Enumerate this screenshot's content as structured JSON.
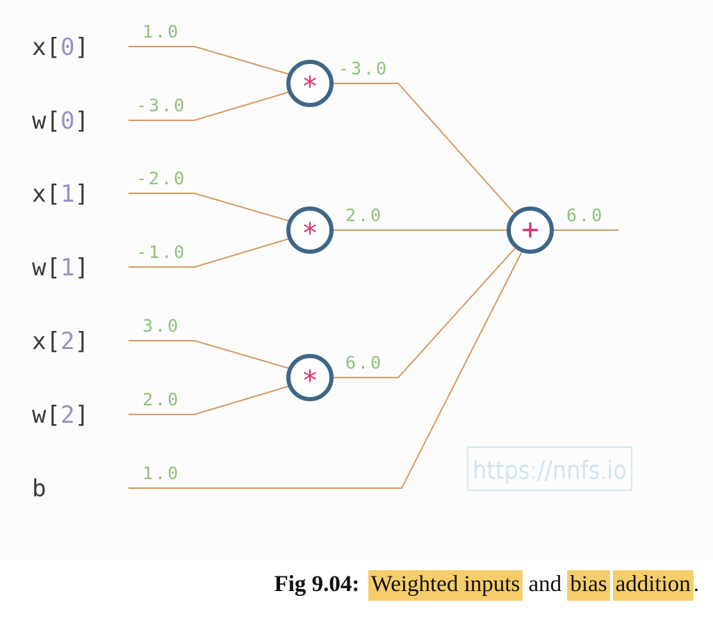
{
  "inputs": [
    {
      "name": "x",
      "index": "0",
      "value": "1.0"
    },
    {
      "name": "w",
      "index": "0",
      "value": "-3.0"
    },
    {
      "name": "x",
      "index": "1",
      "value": "-2.0"
    },
    {
      "name": "w",
      "index": "1",
      "value": "-1.0"
    },
    {
      "name": "x",
      "index": "2",
      "value": "3.0"
    },
    {
      "name": "w",
      "index": "2",
      "value": "2.0"
    },
    {
      "name": "b",
      "index": "",
      "value": "1.0"
    }
  ],
  "mul_nodes": [
    {
      "symbol": "*",
      "output": "-3.0"
    },
    {
      "symbol": "*",
      "output": "2.0"
    },
    {
      "symbol": "*",
      "output": "6.0"
    }
  ],
  "sum_node": {
    "symbol": "+",
    "output": "6.0"
  },
  "watermark": "https://nnfs.io",
  "caption": {
    "label": "Fig 9.04:",
    "parts": [
      "Weighted inputs",
      "and",
      "bias",
      "addition",
      "."
    ]
  },
  "colors": {
    "wire": "#d69a5e",
    "node_ring": "#3e6689",
    "operator": "#d6377a",
    "edge_value": "#8fc27a",
    "index": "#9a8fc4",
    "highlight": "#f5cd6a"
  }
}
